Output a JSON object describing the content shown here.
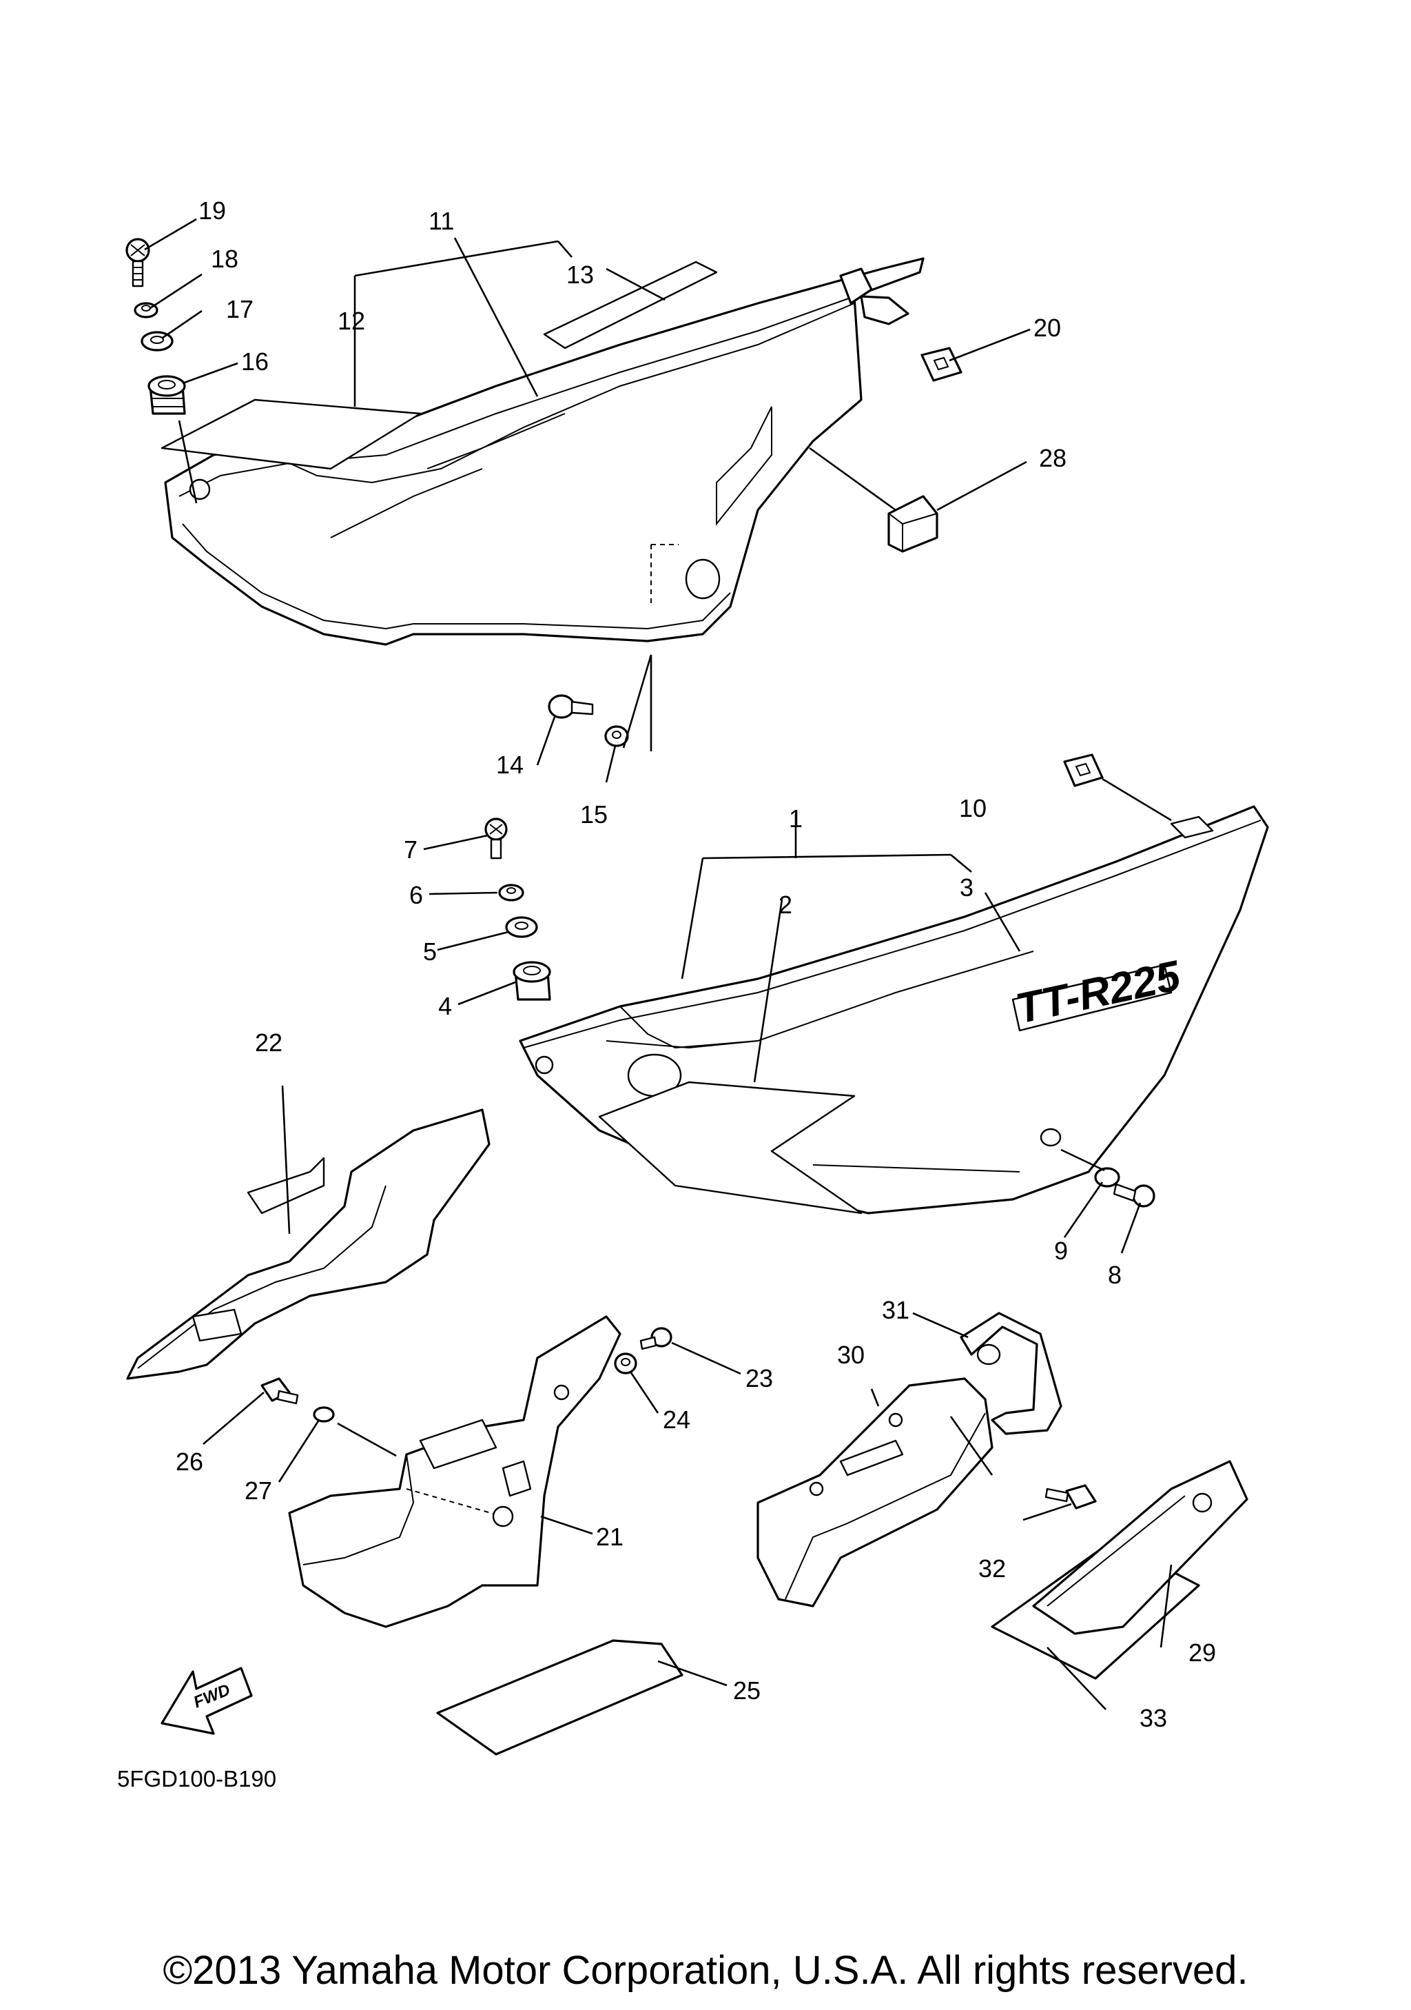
{
  "diagram": {
    "callouts": [
      {
        "id": "19",
        "label": "19"
      },
      {
        "id": "18",
        "label": "18"
      },
      {
        "id": "17",
        "label": "17"
      },
      {
        "id": "16",
        "label": "16"
      },
      {
        "id": "11",
        "label": "11"
      },
      {
        "id": "12",
        "label": "12"
      },
      {
        "id": "13",
        "label": "13"
      },
      {
        "id": "20",
        "label": "20"
      },
      {
        "id": "28",
        "label": "28"
      },
      {
        "id": "14",
        "label": "14"
      },
      {
        "id": "15",
        "label": "15"
      },
      {
        "id": "10",
        "label": "10"
      },
      {
        "id": "1",
        "label": "1"
      },
      {
        "id": "2",
        "label": "2"
      },
      {
        "id": "3",
        "label": "3"
      },
      {
        "id": "7",
        "label": "7"
      },
      {
        "id": "6",
        "label": "6"
      },
      {
        "id": "5",
        "label": "5"
      },
      {
        "id": "4",
        "label": "4"
      },
      {
        "id": "22",
        "label": "22"
      },
      {
        "id": "9",
        "label": "9"
      },
      {
        "id": "8",
        "label": "8"
      },
      {
        "id": "31",
        "label": "31"
      },
      {
        "id": "30",
        "label": "30"
      },
      {
        "id": "23",
        "label": "23"
      },
      {
        "id": "24",
        "label": "24"
      },
      {
        "id": "26",
        "label": "26"
      },
      {
        "id": "27",
        "label": "27"
      },
      {
        "id": "21",
        "label": "21"
      },
      {
        "id": "32",
        "label": "32"
      },
      {
        "id": "29",
        "label": "29"
      },
      {
        "id": "25",
        "label": "25"
      },
      {
        "id": "33",
        "label": "33"
      }
    ],
    "logo_text": "TT-R225",
    "fwd_label": "FWD",
    "reference_code": "5FGD100-B190",
    "copyright": "©2013 Yamaha Motor Corporation, U.S.A. All rights reserved."
  }
}
